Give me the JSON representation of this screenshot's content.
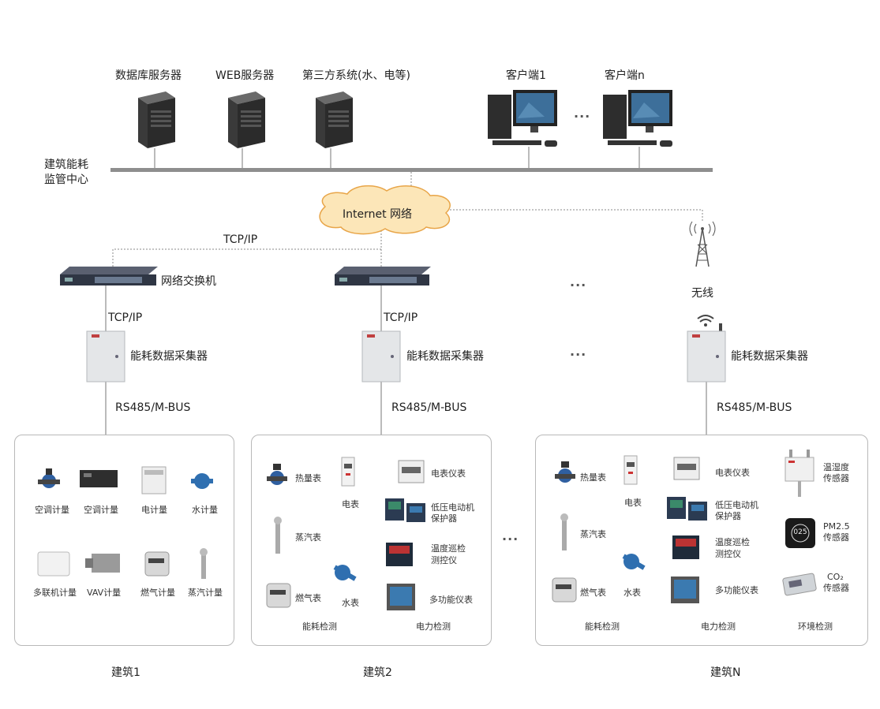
{
  "center": {
    "label_line1": "建筑能耗",
    "label_line2": "监管中心",
    "servers": [
      "数据库服务器",
      "WEB服务器",
      "第三方系统(水、电等)"
    ],
    "clients": [
      "客户端1",
      "客户端n"
    ],
    "client_ellipsis": "..."
  },
  "network": {
    "internet": "Internet 网络",
    "tcpip_top": "TCP/IP",
    "wireless": "无线",
    "ellipsis": "..."
  },
  "switches": [
    {
      "label": "网络交换机"
    },
    {
      "label": ""
    }
  ],
  "collectors": [
    {
      "uplink": "TCP/IP",
      "label": "能耗数据采集器",
      "bus": "RS485/M-BUS"
    },
    {
      "uplink": "TCP/IP",
      "label": "能耗数据采集器",
      "bus": "RS485/M-BUS"
    },
    {
      "uplink": "",
      "label": "能耗数据采集器",
      "bus": "RS485/M-BUS"
    }
  ],
  "building1": {
    "title": "建筑1",
    "devices": [
      "空调计量",
      "空调计量",
      "电计量",
      "水计量",
      "多联机计量",
      "VAV计量",
      "燃气计量",
      "蒸汽计量"
    ]
  },
  "building2": {
    "title": "建筑2",
    "devices": {
      "heat": "热量表",
      "electric": "电表",
      "meter_inst": "电表仪表",
      "motor_l1": "低压电动机",
      "motor_l2": "保护器",
      "steam": "蒸汽表",
      "temp_l1": "温度巡检",
      "temp_l2": "测控仪",
      "gas": "燃气表",
      "water": "水表",
      "multi": "多功能仪表"
    },
    "sections": [
      "能耗检测",
      "电力检测"
    ]
  },
  "buildingN": {
    "title": "建筑N",
    "devices": {
      "heat": "热量表",
      "electric": "电表",
      "meter_inst": "电表仪表",
      "motor_l1": "低压电动机",
      "motor_l2": "保护器",
      "steam": "蒸汽表",
      "temp_l1": "温度巡检",
      "temp_l2": "测控仪",
      "gas": "燃气表",
      "water": "水表",
      "multi": "多功能仪表",
      "th_l1": "温湿度",
      "th_l2": "传感器",
      "pm_l1": "PM2.5",
      "pm_l2": "传感器",
      "co2_l1": "CO₂",
      "co2_l2": "传感器",
      "pm_display": "025"
    },
    "sections": [
      "能耗检测",
      "电力检测",
      "环境检测"
    ]
  },
  "colors": {
    "cloud_fill": "#fce6b8",
    "cloud_stroke": "#e8a548",
    "line": "#8a8a8a",
    "bus_bar": "#8e8e8e"
  }
}
